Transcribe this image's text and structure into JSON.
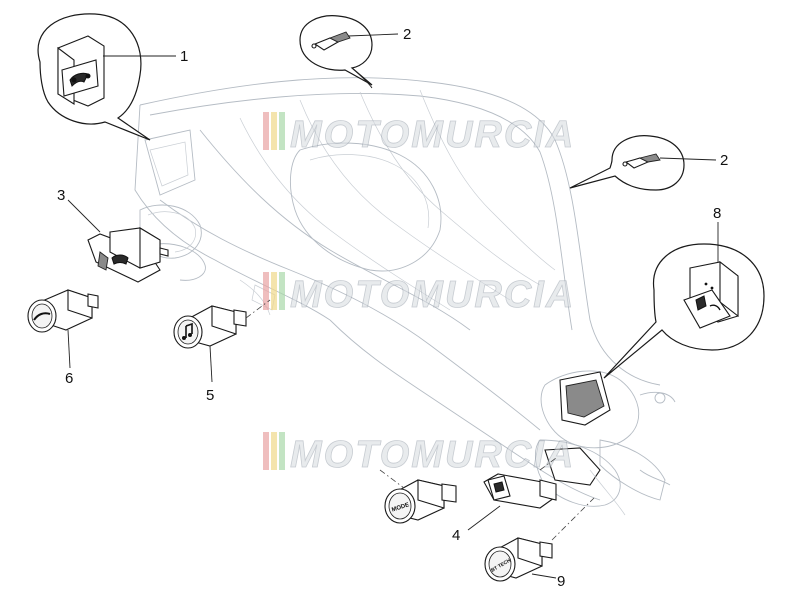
{
  "watermark": {
    "text": "MOTOMURCIA",
    "stripe_colors": [
      "#e8a3a3",
      "#f0d98a",
      "#a9d8a9"
    ]
  },
  "callouts": [
    {
      "id": "1",
      "label": "1"
    },
    {
      "id": "2a",
      "label": "2"
    },
    {
      "id": "2b",
      "label": "2"
    },
    {
      "id": "3",
      "label": "3"
    },
    {
      "id": "4",
      "label": "4"
    },
    {
      "id": "5",
      "label": "5"
    },
    {
      "id": "6",
      "label": "6"
    },
    {
      "id": "8",
      "label": "8"
    },
    {
      "id": "9",
      "label": "9"
    }
  ],
  "button_labels": {
    "mode": "MODE",
    "bt_tech": "BT TECH"
  },
  "icons": {
    "part_1": "hazard-switch-icon",
    "part_2": "bulb-icon",
    "part_3": "switch-with-bracket-icon",
    "part_5": "music-note-button-icon",
    "part_6": "seat-release-button-icon",
    "part_8": "rocker-switch-icon"
  }
}
